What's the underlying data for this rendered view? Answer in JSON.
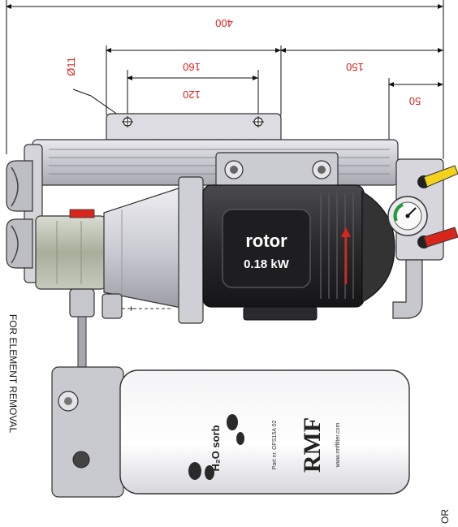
{
  "dimensions": {
    "overall": "400",
    "mount_span": "160",
    "right_span": "150",
    "hole_pitch": "120",
    "side_offset": "50",
    "hole_diameter": "Ø11"
  },
  "motor": {
    "brand": "rotor",
    "power": "0.18 kW"
  },
  "filter": {
    "label_brand": "H₂O sorb",
    "part_no": "Part nr. OFS15A 02",
    "maker": "RMF",
    "website": "www.rmffilter.com"
  },
  "side_labels": {
    "left": "FOR ELEMENT REMOVAL",
    "right": "OR"
  },
  "colors": {
    "dimension_red": "#e0201a",
    "motor_dark": "#2b2b2b",
    "lever_yellow": "#f2d21a",
    "lever_red": "#d8261c"
  }
}
